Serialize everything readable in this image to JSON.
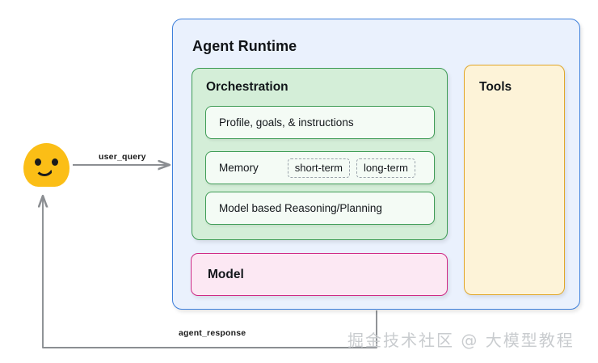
{
  "diagram": {
    "title": "Agent Runtime architecture diagram",
    "runtime": {
      "title": "Agent Runtime",
      "border_color": "#3d7fdb",
      "fill_color": "#eaf1fd"
    },
    "orchestration": {
      "title": "Orchestration",
      "border_color": "#3f9c56",
      "fill_color": "#d4eed8",
      "rows": [
        {
          "label": "Profile, goals, & instructions",
          "badges": []
        },
        {
          "label": "Memory",
          "badges": [
            "short-term",
            "long-term"
          ]
        },
        {
          "label": "Model based Reasoning/Planning",
          "badges": []
        }
      ]
    },
    "model": {
      "label": "Model",
      "border_color": "#cf2a85",
      "fill_color": "#fce8f3"
    },
    "tools": {
      "label": "Tools",
      "border_color": "#e0a72a",
      "fill_color": "#fdf3d8"
    },
    "user": {
      "icon": "smiley-face-emoji",
      "color": "#fbbe16"
    },
    "connectors": [
      {
        "name": "user-query",
        "label": "user_query",
        "direction": "user-to-runtime",
        "color": "#8b8e92"
      },
      {
        "name": "agent-response",
        "label": "agent_response",
        "direction": "runtime-to-user",
        "color": "#8b8e92"
      }
    ],
    "watermark": "掘金技术社区 @ 大模型教程"
  }
}
